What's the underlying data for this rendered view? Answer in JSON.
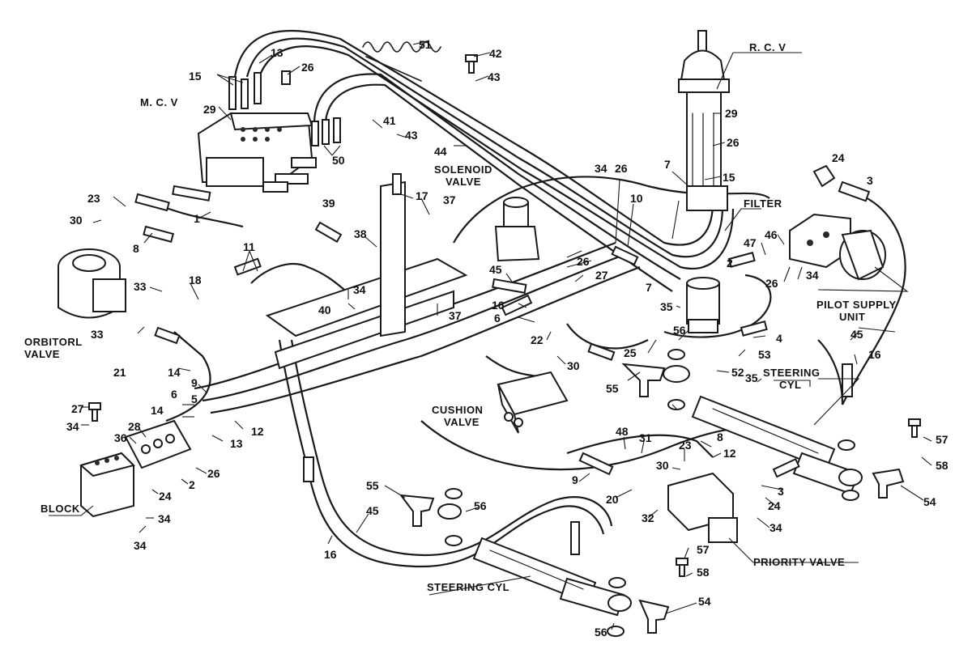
{
  "labels": {
    "mcv": "M. C. V",
    "rcv": "R. C. V",
    "solenoid_line1": "SOLENOID",
    "solenoid_line2": "VALVE",
    "filter": "FILTER",
    "pilot_line1": "PILOT SUPPLY",
    "pilot_line2": "UNIT",
    "orbitorl_line1": "ORBITORL",
    "orbitorl_line2": "VALVE",
    "cushion_line1": "CUSHION",
    "cushion_line2": "VALVE",
    "steering_cyl_right_line1": "STEERING",
    "steering_cyl_right_line2": "CYL",
    "block": "BLOCK",
    "steering_cyl_bottom": "STEERING CYL",
    "priority_valve": "PRIORITY VALVE"
  },
  "callouts": [
    "51",
    "42",
    "43",
    "13",
    "15",
    "26",
    "29",
    "41",
    "43",
    "44",
    "50",
    "34",
    "26",
    "10",
    "24",
    "3",
    "23",
    "30",
    "1",
    "8",
    "39",
    "17",
    "37",
    "11",
    "18",
    "38",
    "33",
    "40",
    "45",
    "16",
    "34",
    "27",
    "26",
    "2",
    "47",
    "46",
    "34",
    "26",
    "7",
    "35",
    "56",
    "4",
    "53",
    "52",
    "35",
    "25",
    "22",
    "6",
    "37",
    "30",
    "21",
    "14",
    "9",
    "5",
    "6",
    "14",
    "12",
    "13",
    "28",
    "36",
    "27",
    "34",
    "26",
    "2",
    "24",
    "34",
    "34",
    "55",
    "48",
    "31",
    "23",
    "30",
    "8",
    "12",
    "9",
    "20",
    "32",
    "55",
    "56",
    "45",
    "16",
    "3",
    "24",
    "34",
    "57",
    "58",
    "54",
    "57",
    "58",
    "54",
    "56",
    "29",
    "26",
    "7",
    "15",
    "16",
    "45",
    "33"
  ]
}
